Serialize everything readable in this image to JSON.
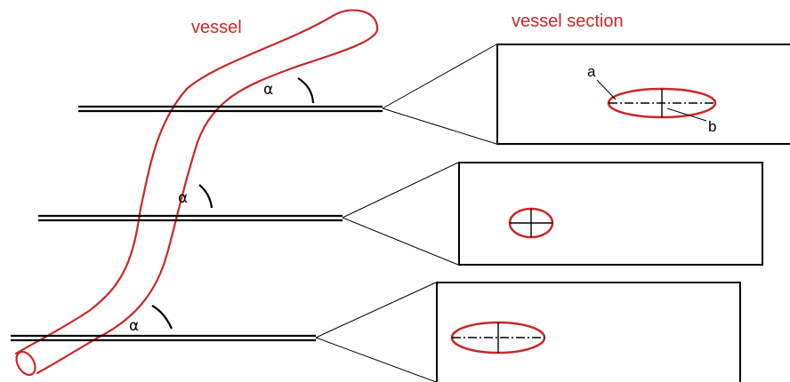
{
  "labels": {
    "vessel": "vessel",
    "vessel_section": "vessel section",
    "angle": "α",
    "axis_a": "a",
    "axis_b": "b"
  },
  "colors": {
    "vessel": "#c8282a",
    "lines": "#000000",
    "background": "#ffffff"
  },
  "sections": [
    {
      "name": "top",
      "shape": "elongated ellipse",
      "angle_label": "α"
    },
    {
      "name": "middle",
      "shape": "near-circular ellipse",
      "angle_label": "α"
    },
    {
      "name": "bottom",
      "shape": "elongated ellipse",
      "angle_label": "α"
    }
  ]
}
